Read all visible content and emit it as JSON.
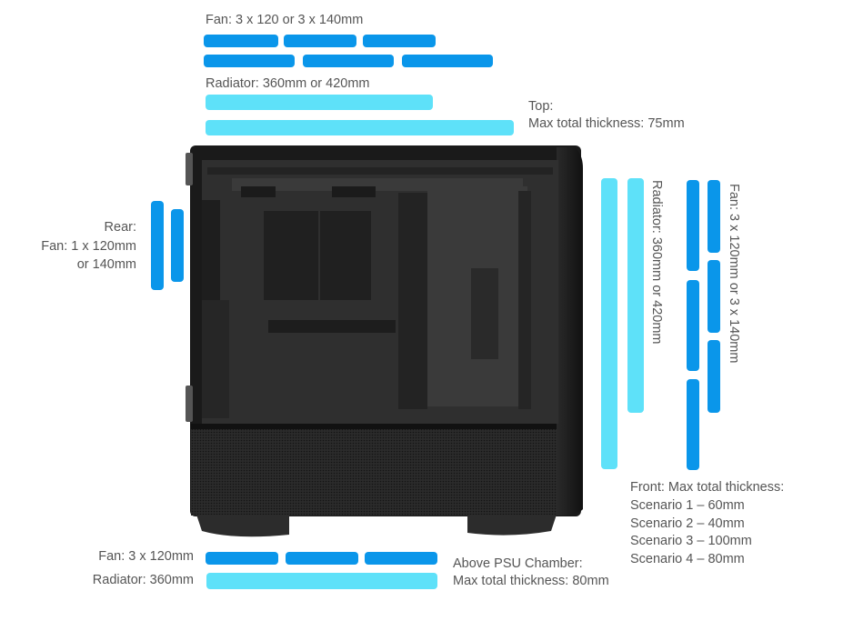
{
  "top": {
    "fan_label": "Fan: 3 x 120 or 3 x 140mm",
    "radiator_label": "Radiator: 360mm or 420mm",
    "thickness_title": "Top:",
    "thickness_value": "Max total thickness: 75mm"
  },
  "rear": {
    "title": "Rear:",
    "line1": "Fan: 1 x 120mm",
    "line2": "or 140mm"
  },
  "front": {
    "radiator_label": "Radiator: 360mm or 420mm",
    "fan_label": "Fan: 3 x 120mm or 3 x 140mm",
    "thickness_title": "Front: Max total thickness:",
    "scenarios": [
      "Scenario 1 – 60mm",
      "Scenario 2 – 40mm",
      "Scenario 3 – 100mm",
      "Scenario 4 – 80mm"
    ]
  },
  "bottom": {
    "fan_label": "Fan: 3 x 120mm",
    "radiator_label": "Radiator: 360mm",
    "psu_title": "Above PSU Chamber:",
    "psu_value": "Max total thickness: 80mm"
  },
  "colors": {
    "fan": "#0a96ea",
    "radiator": "#5ee1f9",
    "text": "#555555",
    "case": "#1c1c1c"
  }
}
